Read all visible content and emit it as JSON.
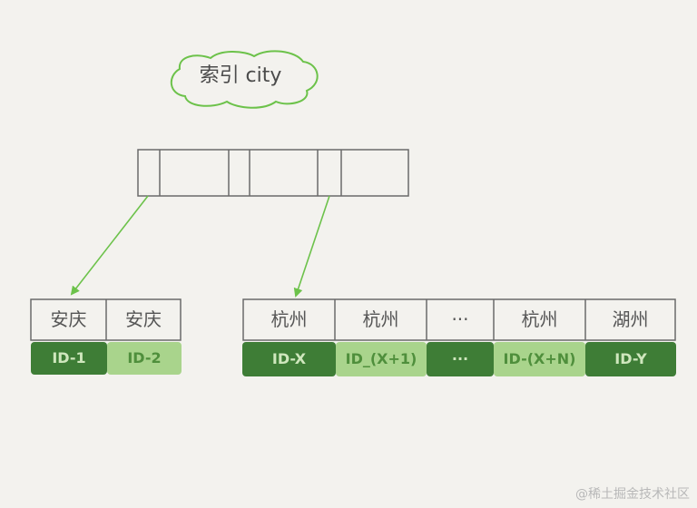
{
  "title": "索引 city",
  "left_leaf": {
    "cities": [
      "安庆",
      "安庆"
    ],
    "ids": [
      {
        "label": "ID-1",
        "shade": "dark"
      },
      {
        "label": "ID-2",
        "shade": "light"
      }
    ]
  },
  "right_leaf": {
    "cities": [
      "杭州",
      "杭州",
      "···",
      "杭州",
      "湖州"
    ],
    "ids": [
      {
        "label": "ID-X",
        "shade": "dark"
      },
      {
        "label": "ID_(X+1)",
        "shade": "light"
      },
      {
        "label": "···",
        "shade": "dark"
      },
      {
        "label": "ID-(X+N)",
        "shade": "light"
      },
      {
        "label": "ID-Y",
        "shade": "dark"
      }
    ]
  },
  "watermark": "@稀土掘金技术社区",
  "colors": {
    "dark_green": "#3e7d36",
    "light_green": "#a9d48c",
    "line_green": "#6cc24a",
    "outline_green": "#6cc24a",
    "box_stroke": "#6a6a6a"
  }
}
